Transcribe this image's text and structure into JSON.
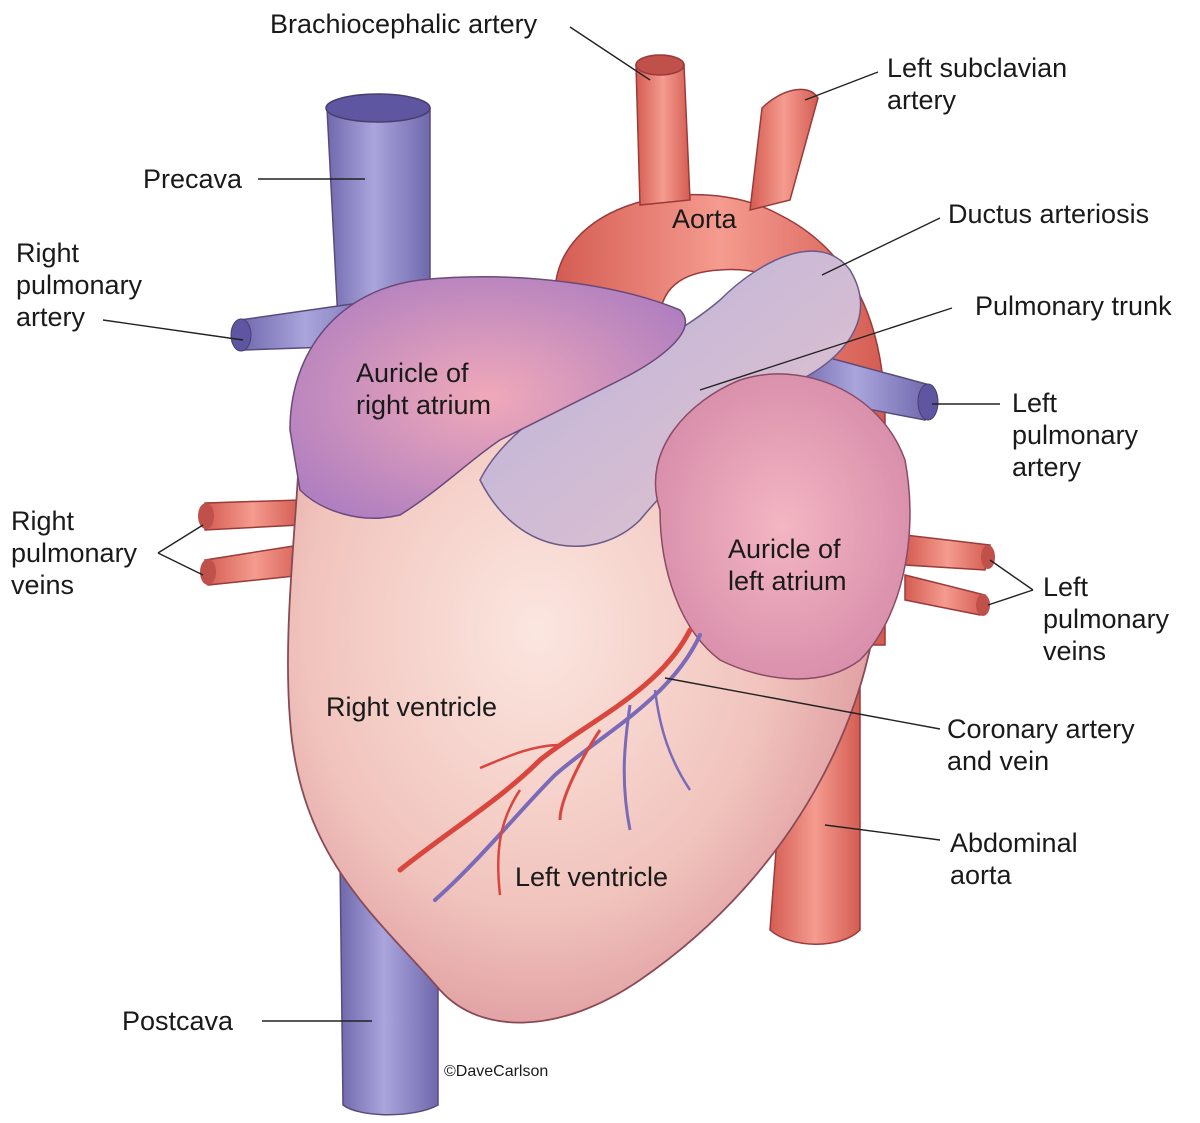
{
  "labels": {
    "brachiocephalic_artery": "Brachiocephalic artery",
    "left_subclavian_artery": [
      "Left subclavian",
      "artery"
    ],
    "precava": "Precava",
    "aorta": "Aorta",
    "ductus_arteriosis": "Ductus arteriosis",
    "right_pulmonary_artery": [
      "Right",
      "pulmonary",
      "artery"
    ],
    "pulmonary_trunk": "Pulmonary trunk",
    "auricle_right_atrium": [
      "Auricle of",
      "right atrium"
    ],
    "left_pulmonary_artery": [
      "Left",
      "pulmonary",
      "artery"
    ],
    "right_pulmonary_veins": [
      "Right",
      "pulmonary",
      "veins"
    ],
    "auricle_left_atrium": [
      "Auricle of",
      "left atrium"
    ],
    "left_pulmonary_veins": [
      "Left",
      "pulmonary",
      "veins"
    ],
    "right_ventricle": "Right ventricle",
    "coronary_artery_vein": [
      "Coronary artery",
      "and vein"
    ],
    "abdominal_aorta": [
      "Abdominal",
      "aorta"
    ],
    "left_ventricle": "Left ventricle",
    "postcava": "Postcava"
  },
  "credit": "©DaveCarlson",
  "colors": {
    "vein": "#8f88c9",
    "vein_dark": "#6f69ad",
    "artery": "#ee7b6f",
    "artery_dark": "#d45c52",
    "heart_light": "#f6d6cf",
    "heart_mid": "#eab0ac",
    "auricle": "#e49bb4",
    "auricle_purple": "#b48bc6"
  }
}
